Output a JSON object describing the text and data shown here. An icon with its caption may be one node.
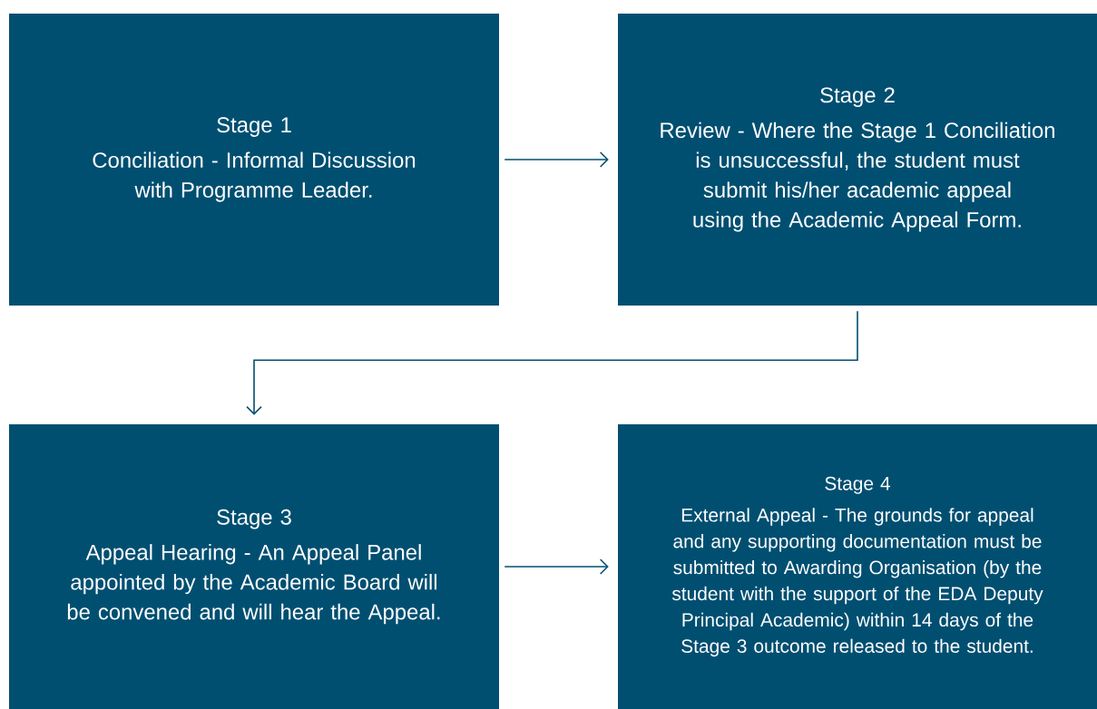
{
  "diagram": {
    "nodes": [
      {
        "text": [
          "Stage 1",
          "Conciliation - Informal Discussion with Programme Leader."
        ]
      },
      {
        "text": [
          "Stage 2",
          "Review - Where the Stage 1 Conciliation is unsuccessful, the student must submit his/her academic appeal using the Academic Appeal Form."
        ]
      },
      {
        "text": [
          "Stage 3",
          "Appeal Hearing - An Appeal Panel appointed by the Academic Board will be convened and will hear the Appeal."
        ]
      },
      {
        "text": [
          "Stage 4",
          "External Appeal - The grounds for appeal and any supporting documentation must be submitted to Awarding Organisation (by the student with the support of the EDA Deputy Principal Academic) within 14 days of the Stage 3 outcome released to the student."
        ]
      }
    ],
    "edges": [
      {
        "from": 0,
        "to": 1,
        "arrow": "to"
      },
      {
        "from": 1,
        "to": 2,
        "arrow": "to"
      },
      {
        "from": 2,
        "to": 3,
        "arrow": "to"
      }
    ]
  }
}
